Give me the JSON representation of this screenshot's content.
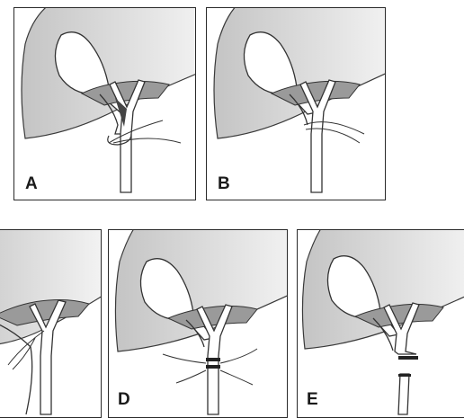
{
  "figure": {
    "panels": [
      {
        "id": "A",
        "label": "A"
      },
      {
        "id": "B",
        "label": "B"
      },
      {
        "id": "C",
        "label": ""
      },
      {
        "id": "D",
        "label": "D"
      },
      {
        "id": "E",
        "label": "E"
      }
    ]
  }
}
